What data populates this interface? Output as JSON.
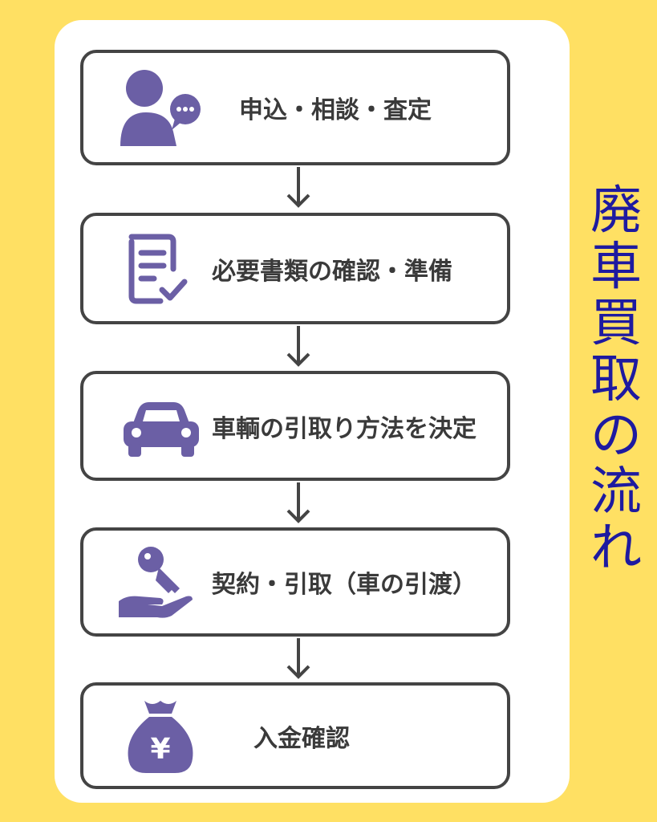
{
  "title": "廃車買取の流れ",
  "colors": {
    "background": "#FFE063",
    "icon": "#6B5FA5",
    "border": "#444444",
    "title": "#1E1AA0"
  },
  "steps": [
    {
      "label": "申込・相談・査定",
      "icon": "person-chat-icon"
    },
    {
      "label": "必要書類の確認・準備",
      "icon": "document-check-icon"
    },
    {
      "label": "車輌の引取り方法を決定",
      "icon": "car-icon"
    },
    {
      "label": "契約・引取（車の引渡）",
      "icon": "key-hand-icon"
    },
    {
      "label": "入金確認",
      "icon": "yen-bag-icon"
    }
  ]
}
